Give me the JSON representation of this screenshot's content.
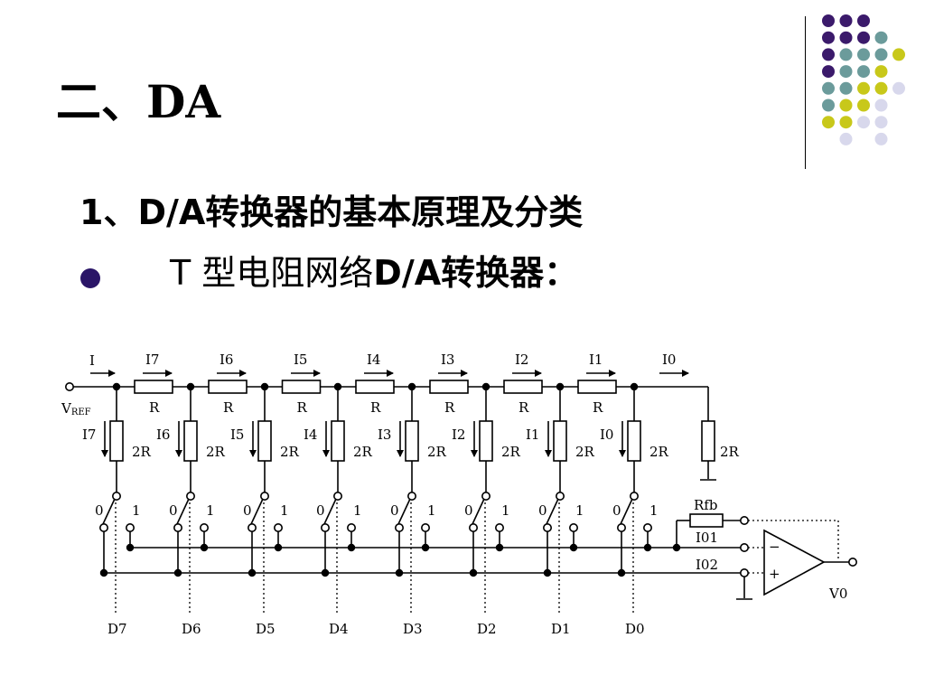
{
  "slide": {
    "title": "二、DA",
    "heading": "1、D/A转换器的基本原理及分类",
    "bullet_part1": "T 型电阻网络",
    "bullet_part2": "D/A转换器：",
    "colors": {
      "purple": "#3b1a6b",
      "teal": "#6b9b9b",
      "yellow": "#c8c81a",
      "lavender": "#d8d8ec",
      "bullet": "#2a1567"
    }
  },
  "circuit": {
    "vref_label": "V",
    "vref_sub": "REF",
    "i_label": "I",
    "top_currents": [
      "I7",
      "I6",
      "I5",
      "I4",
      "I3",
      "I2",
      "I1",
      "I0"
    ],
    "series_resistor": "R",
    "shunt_resistor": "2R",
    "branch_currents": [
      "I7",
      "I6",
      "I5",
      "I4",
      "I3",
      "I2",
      "I1",
      "I0"
    ],
    "switch_pos0": "0",
    "switch_pos1": "1",
    "bits": [
      "D7",
      "D6",
      "D5",
      "D4",
      "D3",
      "D2",
      "D1",
      "D0"
    ],
    "rfb_label": "Rfb",
    "io1_label": "I01",
    "io2_label": "I02",
    "minus": "−",
    "plus": "+",
    "vo_label": "V0"
  }
}
